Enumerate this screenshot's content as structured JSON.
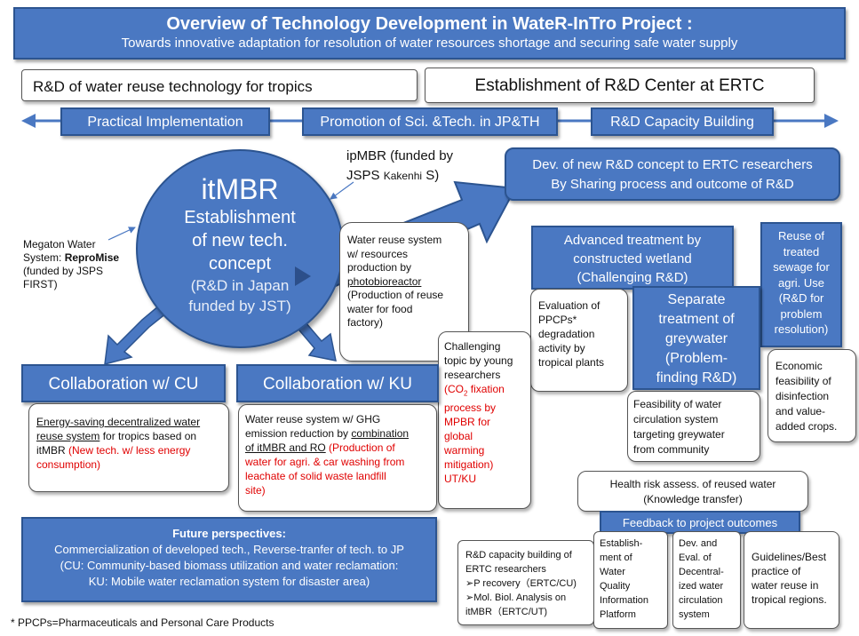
{
  "header": {
    "title": "Overview of Technology Development in WateR-InTro Project :",
    "subtitle": "Towards innovative adaptation for resolution of water resources shortage and securing safe water supply"
  },
  "top_boxes": {
    "rd_reuse": "R&D of water reuse technology for tropics",
    "ertc": "Establishment of R&D Center at ERTC"
  },
  "arrow_labels": {
    "practical": "Practical   Implementation",
    "promotion": "Promotion of Sci. &Tech. in JP&TH",
    "capacity": "R&D Capacity Building"
  },
  "ipmbr": {
    "line1": "ipMBR (funded by",
    "line2": "JSPS ",
    "kakenhi": "Kakenhi",
    "s": " S)"
  },
  "itmbr": {
    "title": "itMBR",
    "line1": "Establishment",
    "line2": "of new tech.",
    "line3": "concept",
    "line4": "(R&D in Japan",
    "line5": "funded by JST)"
  },
  "megaton": {
    "line1": "Megaton Water",
    "line2": "System: ",
    "bold": "ReproMise",
    "line3": "(funded by JSPS",
    "line4": "FIRST)"
  },
  "photobio": {
    "line1": "Water reuse system",
    "line2": "w/ resources",
    "line3": "production by",
    "line4": "photobioreactor",
    "line5": "(Production of reuse",
    "line6": "water for food",
    "line7": "factory)"
  },
  "dev_concept": {
    "line1": "Dev. of  new R&D concept to ERTC researchers",
    "line2": "By Sharing  process and outcome of R&D"
  },
  "wetland": {
    "line1": "Advanced treatment by",
    "line2": "constructed wetland",
    "line3": "(Challenging R&D)"
  },
  "reuse_agri": {
    "l1": "Reuse of",
    "l2": "treated",
    "l3": "sewage for",
    "l4": "agri. Use",
    "l5": "(R&D for",
    "l6": "problem",
    "l7": "resolution)"
  },
  "ppcps": {
    "l1": "Evaluation of",
    "l2": "PPCPs*",
    "l3": "degradation",
    "l4": "activity by",
    "l5": "tropical plants"
  },
  "greywater": {
    "l1": "Separate",
    "l2": "treatment of",
    "l3": "greywater",
    "l4": "(Problem-",
    "l5": "finding R&D)"
  },
  "econ": {
    "l1": "Economic",
    "l2": "feasibility of",
    "l3": "disinfection",
    "l4": "and value-",
    "l5": "added crops."
  },
  "young": {
    "l1": "Challenging",
    "l2": "topic by young",
    "l3": "researchers",
    "r1": "(CO",
    "sub": "2",
    "r1b": " fixation",
    "r2": "process by",
    "r3": "MPBR for",
    "r4": "global",
    "r5": "warming",
    "r6": "mitigation)",
    "r7": "UT/KU"
  },
  "collab_cu": {
    "label": "Collaboration w/ CU"
  },
  "collab_ku": {
    "label": "Collaboration w/ KU"
  },
  "cu_desc": {
    "u1": "Energy-saving decentralized water",
    "u2": "reuse system",
    "t2": " for tropics based on",
    "t3": "itMBR ",
    "r3": "(New tech. w/ less energy",
    "r4": "consumption)"
  },
  "ku_desc": {
    "t1": "Water reuse system w/ GHG",
    "t2": "emission reduction by ",
    "u2": "combination",
    "u3": "of itMBR and RO",
    "r3": " (Production of",
    "r4": "water for agri. & car washing from",
    "r5": "leachate  of solid waste landfill",
    "r6": "site)"
  },
  "feasibility": {
    "l1": "Feasibility of  water",
    "l2": "circulation system",
    "l3": "targeting greywater",
    "l4": "from community"
  },
  "health": {
    "l1": "Health risk assess. of reused water",
    "l2": "(Knowledge transfer)"
  },
  "feedback": {
    "label": "Feedback to project outcomes"
  },
  "future": {
    "title": "Future perspectives:",
    "l1": "Commercialization of developed tech., Reverse-tranfer of tech. to JP",
    "l2": "(CU: Community-based biomass utilization and water reclamation:",
    "l3": "KU: Mobile water reclamation  system for  disaster area)"
  },
  "capbuild": {
    "l1": "R&D capacity building of",
    "l2": "ERTC researchers",
    "l3": "➢P recovery（ERTC/CU)",
    "l4": "➢Mol. Biol. Analysis on",
    "l5": "itMBR（ERTC/UT)"
  },
  "wq": {
    "l1": "Establish-",
    "l2": "ment of",
    "l3": "Water",
    "l4": "Quality",
    "l5": "Information",
    "l6": "Platform"
  },
  "decentral": {
    "l1": "Dev. and",
    "l2": "Eval. of",
    "l3": "Decentral-",
    "l4": "ized water",
    "l5": "circulation",
    "l6": "system"
  },
  "guidelines": {
    "l1": "Guidelines/Best",
    "l2": "practice of",
    "l3": "water reuse in",
    "l4": "tropical regions."
  },
  "footnote": "* PPCPs=Pharmaceuticals and Personal Care Products",
  "colors": {
    "blue": "#4a78c2",
    "dark_blue": "#2c5490",
    "red": "#e00000"
  }
}
